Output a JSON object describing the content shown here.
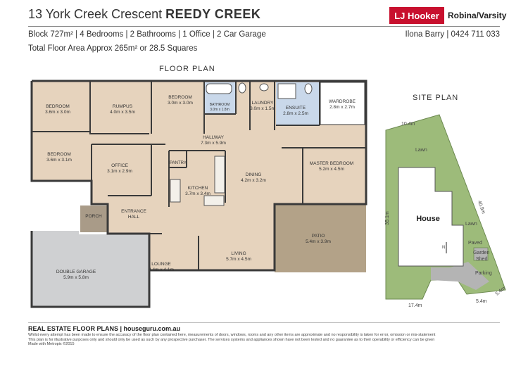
{
  "header": {
    "address": "13 York Creek Crescent",
    "suburb": "REEDY CREEK",
    "details_line1": "Block 727m² | 4 Bedrooms | 2 Bathrooms | 1 Office | 2 Car Garage",
    "details_line2": "Total Floor Area Approx 265m²  or 28.5 Squares",
    "agent": "Ilona Barry | 0424 711 033",
    "brand": "LJ Hooker",
    "office": "Robina/Varsity"
  },
  "floor_plan": {
    "title": "FLOOR PLAN",
    "rooms": [
      {
        "name": "BEDROOM",
        "dims": "3.6m x 3.0m"
      },
      {
        "name": "RUMPUS",
        "dims": "4.0m x 3.5m"
      },
      {
        "name": "BEDROOM",
        "dims": "3.0m x 3.0m"
      },
      {
        "name": "BATHROOM",
        "dims": "3.0m x 1.8m"
      },
      {
        "name": "LAUNDRY",
        "dims": "3.0m x 1.5m"
      },
      {
        "name": "ENSUITE",
        "dims": "2.8m x 2.5m"
      },
      {
        "name": "WARDROBE",
        "dims": "2.8m x 2.7m"
      },
      {
        "name": "HALLWAY",
        "dims": "7.3m x 5.9m"
      },
      {
        "name": "BEDROOM",
        "dims": "3.6m x 3.1m"
      },
      {
        "name": "OFFICE",
        "dims": "3.1m x 2.9m"
      },
      {
        "name": "PANTRY",
        "dims": ""
      },
      {
        "name": "KITCHEN",
        "dims": "3.7m x 3.4m"
      },
      {
        "name": "DINING",
        "dims": "4.2m x 3.2m"
      },
      {
        "name": "MASTER BEDROOM",
        "dims": "5.2m x 4.5m"
      },
      {
        "name": "PORCH",
        "dims": ""
      },
      {
        "name": "ENTRANCE",
        "dims": "HALL"
      },
      {
        "name": "PATIO",
        "dims": "5.4m x 3.9m"
      },
      {
        "name": "DOUBLE GARAGE",
        "dims": "5.9m x 5.8m"
      },
      {
        "name": "LOUNGE",
        "dims": "4.4m x 4.1m"
      },
      {
        "name": "LIVING",
        "dims": "5.7m x 4.5m"
      }
    ]
  },
  "site_plan": {
    "title": "SITE PLAN",
    "dim_top": "10.4m",
    "dim_left": "35.1m",
    "dim_right": "40.9m",
    "dim_bottom": "17.4m",
    "dim_bottom_right_a": "5.4m",
    "dim_bottom_right_b": "5.4m",
    "lawn_top": "Lawn",
    "lawn_right": "Lawn",
    "house": "House",
    "paved": "Paved",
    "garden_shed_1": "Garden",
    "garden_shed_2": "Shed",
    "parking": "Parking",
    "north": "N"
  },
  "footer": {
    "company": "REAL ESTATE FLOOR PLANS | houseguru.com.au",
    "disclaimer_1": "Whilst every attempt has been made to ensure the accuracy of the floor plan contained here, measurements of doors, windows, rooms and any other items are approximate and no responsibility is taken for error, omission or mis-statement",
    "disclaimer_2": "This plan is for illustrative purposes only and should only be used as such by any prospective purchaser. The services systems and appliances shown have not been tested and no guarantee as to their operability or efficiency can be given",
    "disclaimer_3": "Made with Metropix ©2015"
  },
  "colors": {
    "floor": "#e6d3bd",
    "wall": "#3a3a3a",
    "garage": "#cfd0d2",
    "patio": "#b3a288",
    "porch": "#a99b88",
    "wet": "#c9d8ea",
    "lawn": "#9dbb7a",
    "paved": "#b4b4b4",
    "brand": "#c8102e"
  }
}
